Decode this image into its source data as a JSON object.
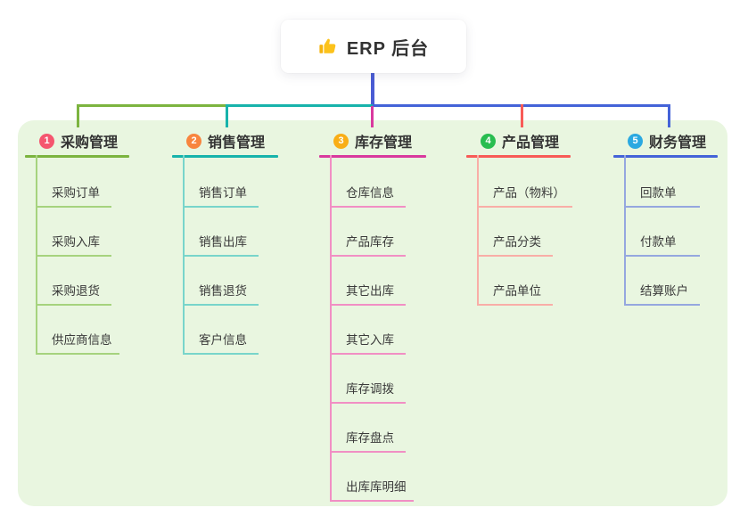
{
  "root": {
    "label": "ERP 后台",
    "icon": "thumbs-up-icon"
  },
  "branches": [
    {
      "number": "1",
      "label": "采购管理",
      "color": "#7CB43F",
      "light_color": "#A6D37E",
      "badge_color": "#F5566F",
      "children": [
        "采购订单",
        "采购入库",
        "采购退货",
        "供应商信息"
      ]
    },
    {
      "number": "2",
      "label": "销售管理",
      "color": "#17B3AB",
      "light_color": "#78D5CB",
      "badge_color": "#F8853E",
      "children": [
        "销售订单",
        "销售出库",
        "销售退货",
        "客户信息"
      ]
    },
    {
      "number": "3",
      "label": "库存管理",
      "color": "#D9399E",
      "light_color": "#F18FC4",
      "badge_color": "#F9AE16",
      "children": [
        "仓库信息",
        "产品库存",
        "其它出库",
        "其它入库",
        "库存调拨",
        "库存盘点",
        "出库库明细"
      ]
    },
    {
      "number": "4",
      "label": "产品管理",
      "color": "#F85B57",
      "light_color": "#F9AEA7",
      "badge_color": "#28BD50",
      "children": [
        "产品（物料）",
        "产品分类",
        "产品单位"
      ]
    },
    {
      "number": "5",
      "label": "财务管理",
      "color": "#4463D8",
      "light_color": "#95A7DF",
      "badge_color": "#2BA9E1",
      "children": [
        "回款单",
        "付款单",
        "结算账户"
      ]
    }
  ],
  "colors": {
    "panel_background": "#E9F6E0",
    "trunk": "#4A5CD4",
    "icon_hand": "#FCC21B",
    "icon_cuff": "#F5B40E"
  }
}
